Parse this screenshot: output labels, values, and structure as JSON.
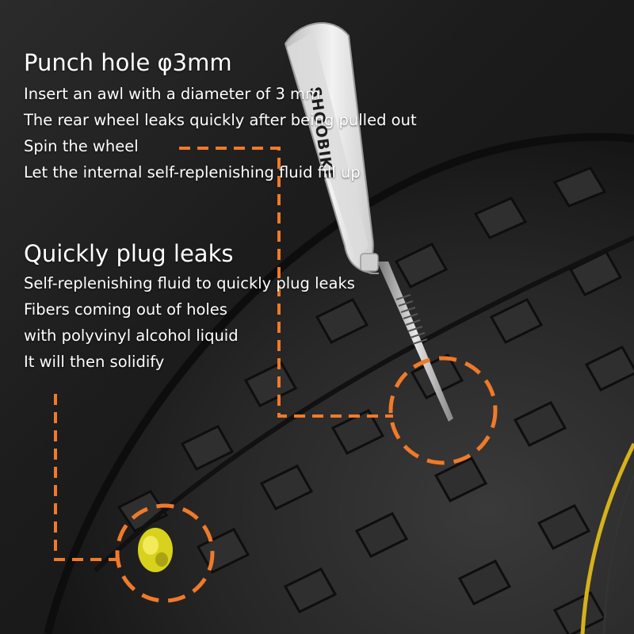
{
  "section1": {
    "title": "Punch hole φ3mm",
    "lines": [
      "Insert an awl with a diameter of 3 mm",
      "The rear wheel leaks quickly after being pulled out",
      "Spin the wheel",
      "Let the internal self-replenishing fluid fill up"
    ]
  },
  "section2": {
    "title": "Quickly plug leaks",
    "lines": [
      "Self-replenishing fluid to quickly plug leaks",
      "Fibers coming out of holes",
      "with polyvinyl alcohol liquid",
      "It will then solidify"
    ]
  },
  "tool": {
    "brand": "SHOOBIKE"
  },
  "colors": {
    "accent": "#f07a2a",
    "plug": "#d8d21c",
    "rim": "#d6b21a"
  }
}
